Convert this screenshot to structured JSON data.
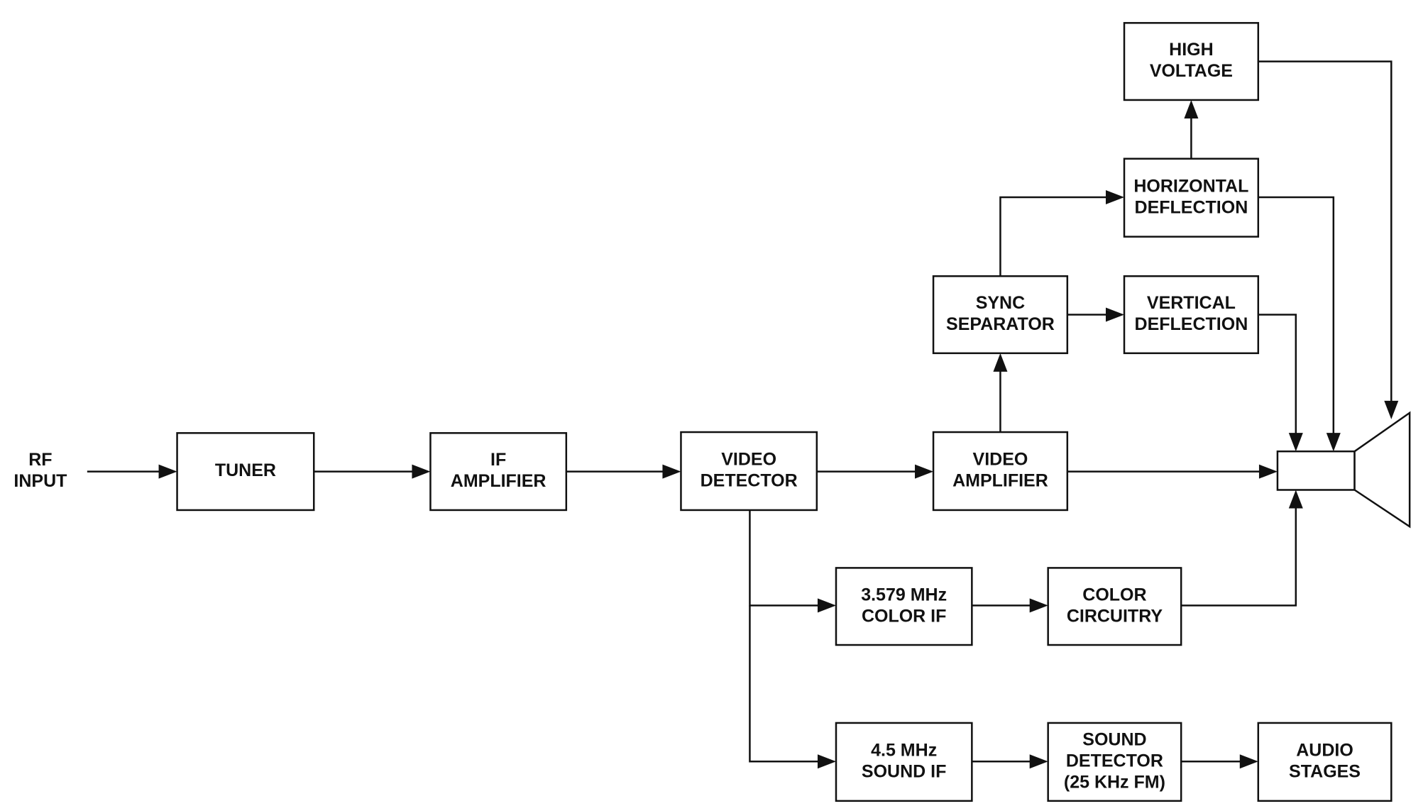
{
  "input_label": [
    "RF",
    "INPUT"
  ],
  "blocks": {
    "tuner": [
      "TUNER"
    ],
    "if_amp": [
      "IF",
      "AMPLIFIER"
    ],
    "video_det": [
      "VIDEO",
      "DETECTOR"
    ],
    "video_amp": [
      "VIDEO",
      "AMPLIFIER"
    ],
    "sync_sep": [
      "SYNC",
      "SEPARATOR"
    ],
    "vert_defl": [
      "VERTICAL",
      "DEFLECTION"
    ],
    "horiz_defl": [
      "HORIZONTAL",
      "DEFLECTION"
    ],
    "high_volt": [
      "HIGH",
      "VOLTAGE"
    ],
    "color_if": [
      "3.579 MHz",
      "COLOR IF"
    ],
    "color_circ": [
      "COLOR",
      "CIRCUITRY"
    ],
    "sound_if": [
      "4.5 MHz",
      "SOUND IF"
    ],
    "sound_det": [
      "SOUND",
      "DETECTOR",
      "(25 KHz FM)"
    ],
    "audio": [
      "AUDIO",
      "STAGES"
    ]
  },
  "connections": [
    {
      "from": "input",
      "to": "tuner"
    },
    {
      "from": "tuner",
      "to": "if_amp"
    },
    {
      "from": "if_amp",
      "to": "video_det"
    },
    {
      "from": "video_det",
      "to": "video_amp"
    },
    {
      "from": "video_det",
      "to": "color_if"
    },
    {
      "from": "video_det",
      "to": "sound_if"
    },
    {
      "from": "video_amp",
      "to": "sync_sep"
    },
    {
      "from": "video_amp",
      "to": "crt"
    },
    {
      "from": "sync_sep",
      "to": "vert_defl"
    },
    {
      "from": "sync_sep",
      "to": "horiz_defl"
    },
    {
      "from": "horiz_defl",
      "to": "high_volt"
    },
    {
      "from": "horiz_defl",
      "to": "crt"
    },
    {
      "from": "vert_defl",
      "to": "crt"
    },
    {
      "from": "high_volt",
      "to": "crt"
    },
    {
      "from": "color_if",
      "to": "color_circ"
    },
    {
      "from": "color_circ",
      "to": "crt"
    },
    {
      "from": "sound_if",
      "to": "sound_det"
    },
    {
      "from": "sound_det",
      "to": "audio"
    }
  ]
}
